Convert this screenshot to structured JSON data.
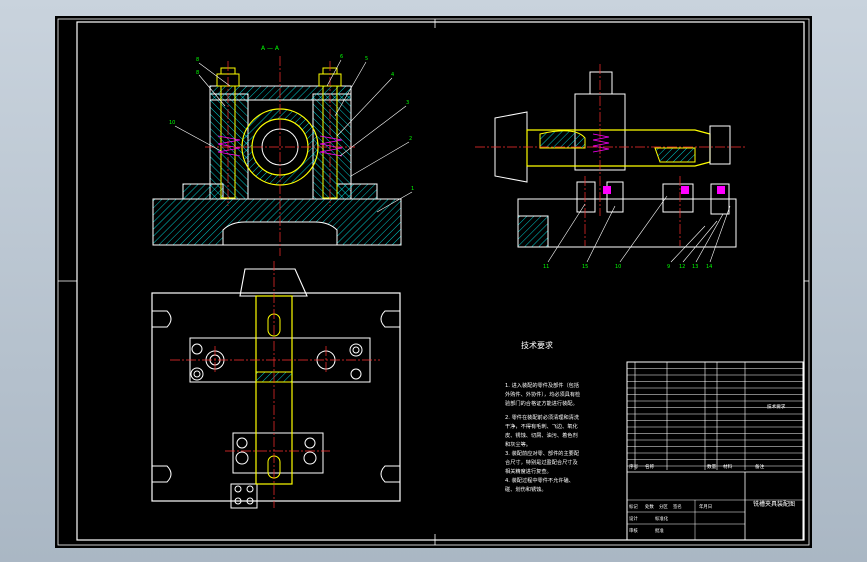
{
  "view_labels": {
    "section": "A — A"
  },
  "balloons": {
    "front": [
      "8",
      "8",
      "6",
      "5",
      "4",
      "3",
      "2",
      "1",
      "10"
    ],
    "side": [
      "11",
      "15",
      "10",
      "9",
      "12",
      "13",
      "14"
    ]
  },
  "tech": {
    "title": "技术要求",
    "lines": [
      "1. 进入装配的零件及部件（包括",
      "外购件、外协件），均必须具有检",
      "验部门的合格证方能进行装配。",
      "2. 零件在装配前必须清理和清洗",
      "干净，不得有毛刺、飞边、氧化",
      "皮、锈蚀、切屑、油污、着色剂",
      "和灰尘等。",
      "3. 装配前应对零、部件的主要配",
      "合尺寸，特别是过盈配合尺寸及",
      "相关精度进行复查。",
      "4. 装配过程中零件不允许磕、",
      "碰、划伤和锈蚀。"
    ]
  },
  "title_block": {
    "drawing_name": "铣槽夹具装配图",
    "side_note": "技术要求",
    "row_labels": [
      "序号",
      "名称",
      "数量",
      "材料",
      "备注"
    ],
    "footer_labels": [
      "标记",
      "处数",
      "分区",
      "签名",
      "年月日",
      "设计",
      "标准化",
      "审核",
      "批准"
    ]
  },
  "colors": {
    "background": "#000000",
    "line": "#ffffff",
    "part": "#ffff00",
    "hatch": "#00ffff",
    "center": "#ff3030",
    "dim": "#00ff00",
    "accent": "#ff00ff"
  }
}
